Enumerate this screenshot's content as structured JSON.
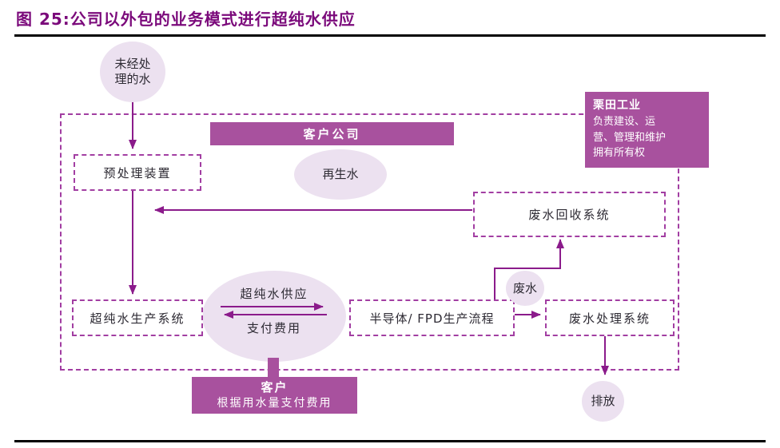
{
  "figure": {
    "title": "图 25:公司以外包的业务模式进行超纯水供应"
  },
  "colors": {
    "title_purple": "#7b0a7b",
    "accent_purple": "#a8519e",
    "dashed_border_purple": "#a23ea2",
    "arrow_purple": "#8b1b8b",
    "ellipse_fill": "#ece1f0",
    "rule_black": "#000000"
  },
  "nodes": {
    "untreated_water": {
      "line1": "未经处",
      "line2": "理的水"
    },
    "pretreatment": {
      "label": "预处理装置"
    },
    "customer_company": {
      "label": "客户公司"
    },
    "recycled_water": {
      "label": "再生水"
    },
    "kurita": {
      "title": "栗田工业",
      "lines": [
        "负责建设、运",
        "营、管理和维护",
        "拥有所有权"
      ]
    },
    "wastewater_recovery": {
      "label": "废水回收系统"
    },
    "upw_production": {
      "label": "超纯水生产系统"
    },
    "upw_supply_label": "超纯水供应",
    "payment_label": "支付费用",
    "semiconductor": {
      "label": "半导体/ FPD生产流程"
    },
    "wastewater": {
      "label": "废水"
    },
    "wastewater_treatment": {
      "label": "废水处理系统"
    },
    "customer": {
      "title": "客户",
      "subtitle": "根据用水量支付费用"
    },
    "discharge": {
      "label": "排放"
    }
  }
}
